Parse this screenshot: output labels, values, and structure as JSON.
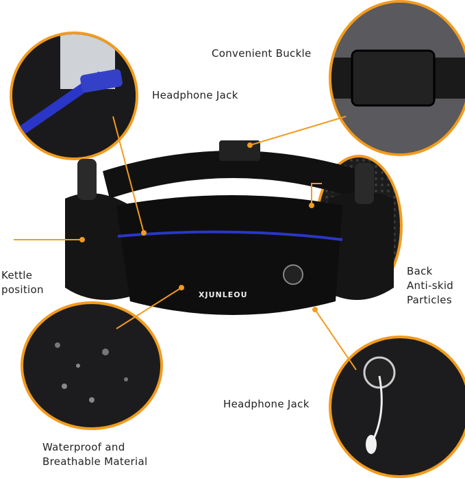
{
  "labels": {
    "buckle": "Convenient Buckle",
    "headphone_top": "Headphone Jack",
    "kettle": [
      "Kettle",
      "position"
    ],
    "back": [
      "Back",
      "Anti-skid",
      "Particles"
    ],
    "headphone_bottom": "Headphone Jack",
    "material": [
      "Waterproof and",
      "Breathable Material"
    ]
  },
  "logo_text": "XJUNLEOU",
  "colors": {
    "accent": "#f29b1d",
    "zipper": "#2a36c8",
    "belt": "#111111"
  }
}
